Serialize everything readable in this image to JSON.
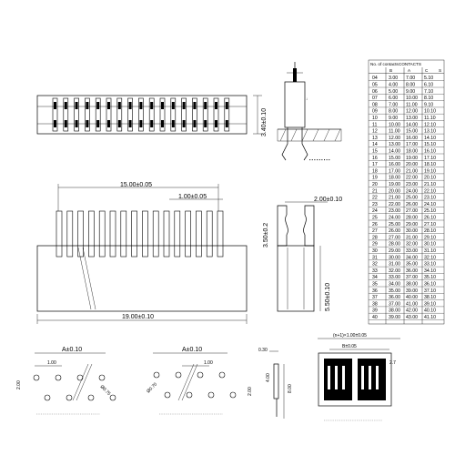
{
  "dims": {
    "height_side": "3.40±0.10",
    "pitch_span": "15.00±0.05",
    "pitch": "1.00±0.05",
    "overall_length": "19.00±0.10",
    "side_top": "2.00±0.10",
    "side_small": "3.50±0.2",
    "side_height": "5.50±0.10",
    "fp1_a": "A±0.10",
    "fp1_pitch": "1.00",
    "fp1_row": "2.00",
    "fp1_hole": "Ø0.75",
    "fp2_a": "A±0.10",
    "fp2_pitch": "1.00",
    "fp2_row": "2.00",
    "fp2_hole": "Ø0.70",
    "tape_t": "0.30",
    "tape_a": "4.00",
    "tape_b": "8.00",
    "reel_pitch": "(n+1)×1.00±0.05",
    "reel_b": "B±0.05",
    "reel_small": "2.7"
  },
  "table": {
    "title": "CONTACTS",
    "headers": [
      "No. of contacts",
      "B",
      "A",
      "C",
      "S"
    ],
    "rows": [
      [
        "04",
        "3.00",
        "7.00",
        "5.10"
      ],
      [
        "05",
        "4.00",
        "8.00",
        "6.10"
      ],
      [
        "06",
        "5.00",
        "9.00",
        "7.10"
      ],
      [
        "07",
        "6.00",
        "10.00",
        "8.10"
      ],
      [
        "08",
        "7.00",
        "11.00",
        "9.10"
      ],
      [
        "09",
        "8.00",
        "12.00",
        "10.10"
      ],
      [
        "10",
        "9.00",
        "13.00",
        "11.10"
      ],
      [
        "11",
        "10.00",
        "14.00",
        "12.10"
      ],
      [
        "12",
        "11.00",
        "15.00",
        "13.10"
      ],
      [
        "13",
        "12.00",
        "16.00",
        "14.10"
      ],
      [
        "14",
        "13.00",
        "17.00",
        "15.10"
      ],
      [
        "15",
        "14.00",
        "18.00",
        "16.10"
      ],
      [
        "16",
        "15.00",
        "19.00",
        "17.10"
      ],
      [
        "17",
        "16.00",
        "20.00",
        "18.10"
      ],
      [
        "18",
        "17.00",
        "21.00",
        "19.10"
      ],
      [
        "19",
        "18.00",
        "22.00",
        "20.10"
      ],
      [
        "20",
        "19.00",
        "23.00",
        "21.10"
      ],
      [
        "21",
        "20.00",
        "24.00",
        "22.10"
      ],
      [
        "22",
        "21.00",
        "25.00",
        "23.10"
      ],
      [
        "23",
        "22.00",
        "26.00",
        "24.10"
      ],
      [
        "24",
        "23.00",
        "27.00",
        "25.10"
      ],
      [
        "25",
        "24.00",
        "28.00",
        "26.10"
      ],
      [
        "26",
        "25.00",
        "29.00",
        "27.10"
      ],
      [
        "27",
        "26.00",
        "30.00",
        "28.10"
      ],
      [
        "28",
        "27.00",
        "31.00",
        "29.10"
      ],
      [
        "29",
        "28.00",
        "32.00",
        "30.10"
      ],
      [
        "30",
        "29.00",
        "33.00",
        "31.10"
      ],
      [
        "31",
        "30.00",
        "34.00",
        "32.10"
      ],
      [
        "32",
        "31.00",
        "35.00",
        "33.10"
      ],
      [
        "33",
        "32.00",
        "36.00",
        "34.10"
      ],
      [
        "34",
        "33.00",
        "37.00",
        "35.10"
      ],
      [
        "35",
        "34.00",
        "38.00",
        "36.10"
      ],
      [
        "36",
        "35.00",
        "39.00",
        "37.10"
      ],
      [
        "37",
        "36.00",
        "40.00",
        "38.10"
      ],
      [
        "38",
        "37.00",
        "41.00",
        "39.10"
      ],
      [
        "39",
        "38.00",
        "42.00",
        "40.10"
      ],
      [
        "40",
        "39.00",
        "43.00",
        "41.10"
      ]
    ]
  }
}
